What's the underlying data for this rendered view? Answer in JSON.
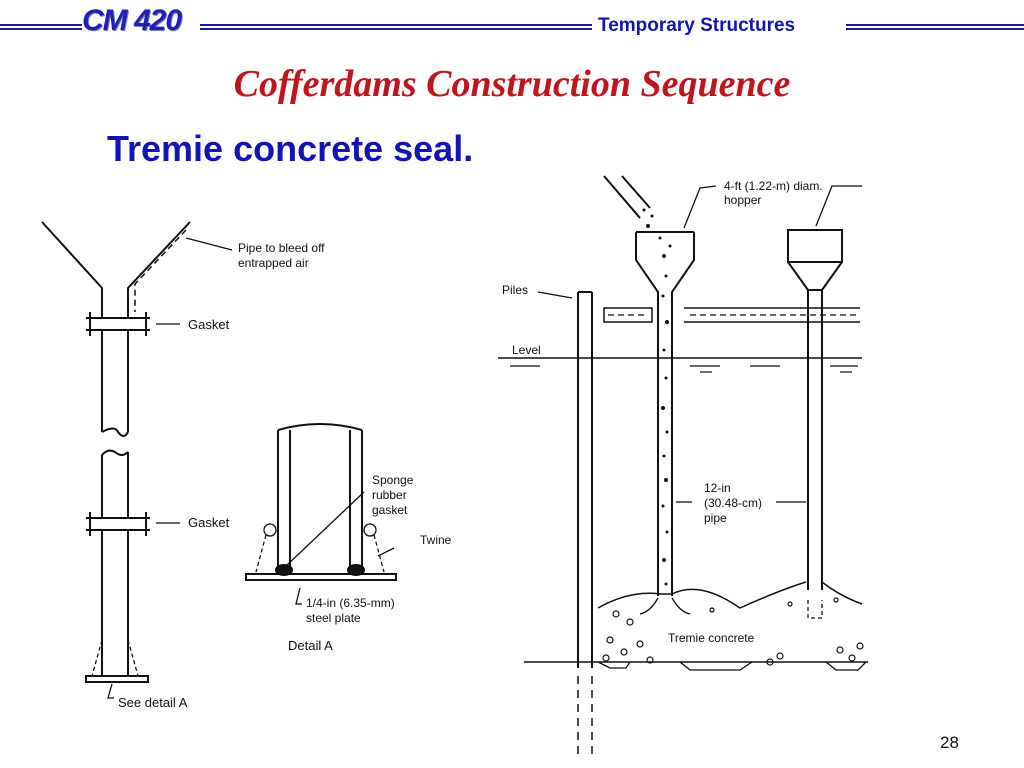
{
  "header": {
    "course_logo": "CM 420",
    "course_subtitle": "Temporary Structures"
  },
  "title": "Cofferdams Construction Sequence",
  "subtitle": "Tremie concrete seal.",
  "figure": {
    "left_labels": {
      "pipe_bleed_1": "Pipe to bleed off",
      "pipe_bleed_2": "entrapped air",
      "gasket_top": "Gasket",
      "gasket_bottom": "Gasket",
      "see_detail": "See detail A"
    },
    "detail_labels": {
      "sponge_1": "Sponge",
      "sponge_2": "rubber",
      "sponge_3": "gasket",
      "twine": "Twine",
      "plate_1": "1/4-in (6.35-mm)",
      "plate_2": "steel plate",
      "detail_caption": "Detail A"
    },
    "right_labels": {
      "hopper_1": "4-ft (1.22-m) diam.",
      "hopper_2": "hopper",
      "piles": "Piles",
      "level": "Level",
      "pipe_1": "12-in",
      "pipe_2": "(30.48-cm)",
      "pipe_3": "pipe",
      "tremie": "Tremie concrete"
    }
  },
  "page_number": "28"
}
